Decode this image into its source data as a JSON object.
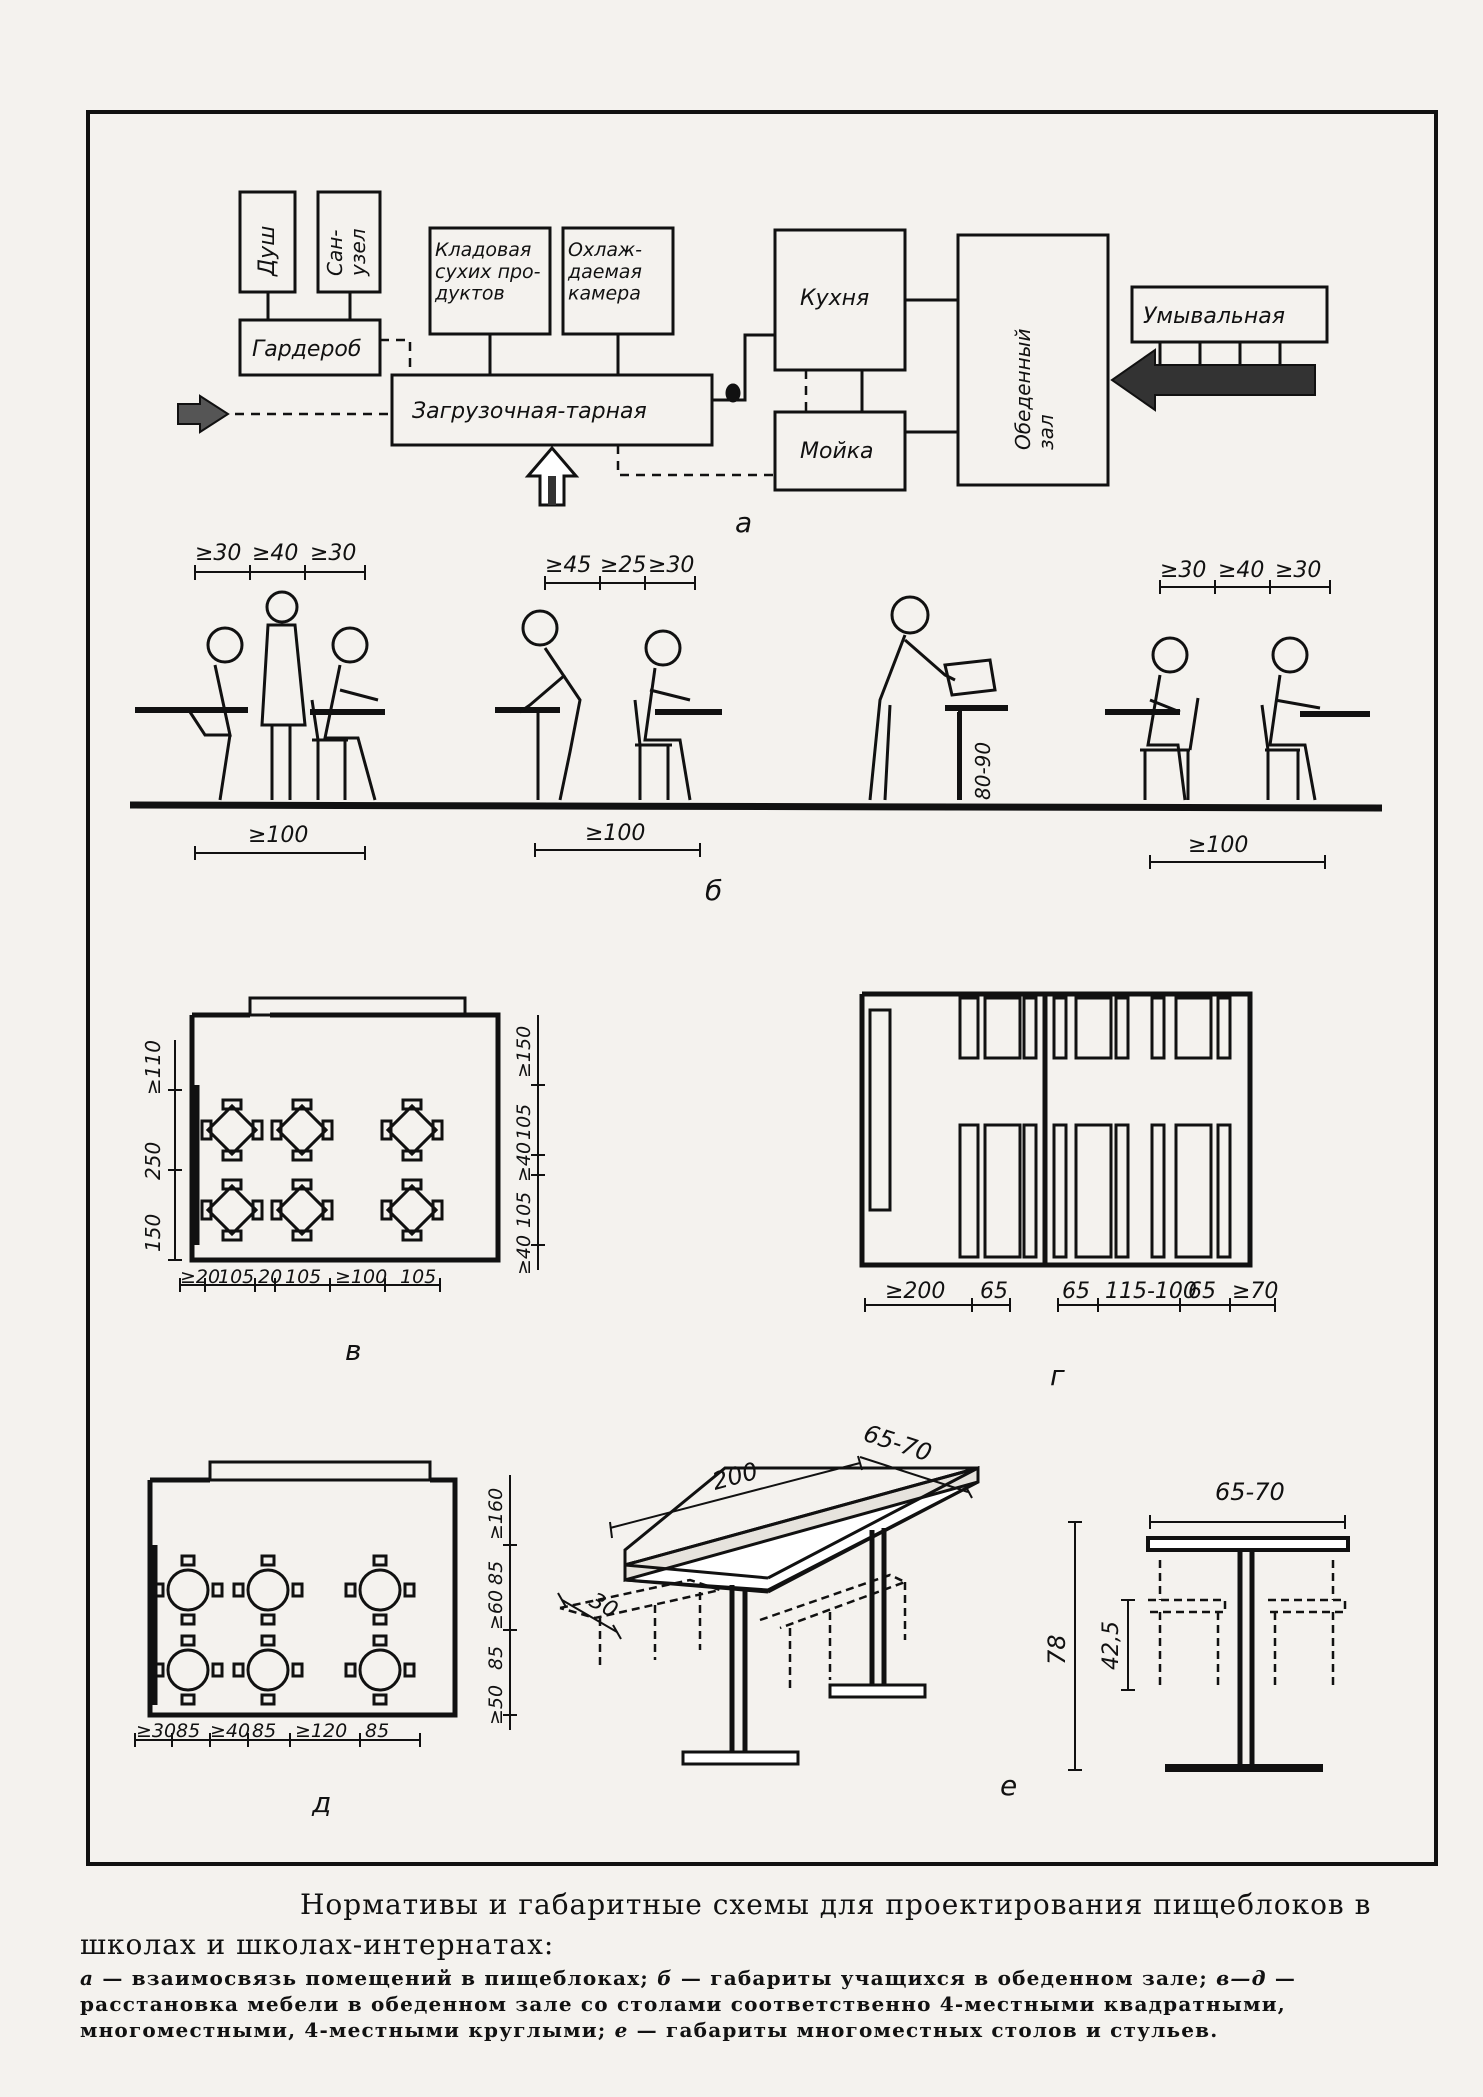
{
  "scheme_a": {
    "rooms": {
      "shower": "Душ",
      "toilet": "Сан-\nузел",
      "wardrobe": "Гардероб",
      "dry_storage": "Кладовая\nсухих про-\nдуктов",
      "cold_room": "Охлаж-\nдаемая\nкамера",
      "kitchen": "Кухня",
      "washing": "Мойка",
      "dining_hall": "Обеденный\nзал",
      "washroom": "Умывальная",
      "loading": "Загрузочная-тарная"
    },
    "letter": "а"
  },
  "scheme_b": {
    "dims_top_left": [
      "≥30",
      "≥40",
      "≥30"
    ],
    "dims_top_mid": [
      "≥45",
      "≥25",
      "≥30"
    ],
    "dims_top_right": [
      "≥30",
      "≥40",
      "≥30"
    ],
    "dims_bottom": [
      "≥100",
      "≥100",
      "≥100"
    ],
    "counter_height": "80-90",
    "letter": "б"
  },
  "scheme_v": {
    "left_dims": [
      "≥110",
      "250",
      "150"
    ],
    "right_dims": [
      "≥150",
      "105",
      "≥40",
      "105",
      "≥40"
    ],
    "bottom_dims": [
      "≥20",
      "105",
      "20",
      "105",
      "≥100",
      "105"
    ],
    "letter": "в"
  },
  "scheme_g": {
    "bottom_dims": [
      "≥200",
      "65",
      "65",
      "115-100",
      "65",
      "≥70"
    ],
    "letter": "г"
  },
  "scheme_d": {
    "right_dims": [
      "≥160",
      "85",
      "≥60",
      "85",
      "≥50"
    ],
    "bottom_dims": [
      "≥30",
      "85",
      "≥40",
      "85",
      "≥120",
      "85"
    ],
    "letter": "д"
  },
  "scheme_e": {
    "length": "200",
    "width": "65-70",
    "bench_width": "30",
    "side_width": "65-70",
    "height": "78",
    "seat_height": "42,5",
    "letter": "е"
  },
  "caption": {
    "title": "Нормативы и габаритные схемы для проектирования пищеблоков в школах и школах-интернатах:",
    "desc_a_letter": "а",
    "desc_a": " — взаимосвязь помещений в пищеблоках; ",
    "desc_b_letter": "б",
    "desc_b": " — габариты учащихся в обеденном зале; ",
    "desc_vd_letter": "в—д",
    "desc_vd": " — расстановка мебели в обеденном зале со столами соответственно 4-местными квадратными, многоместными, 4-местными круглыми; ",
    "desc_e_letter": "е",
    "desc_e": " — габариты многоместных столов и стульев."
  }
}
